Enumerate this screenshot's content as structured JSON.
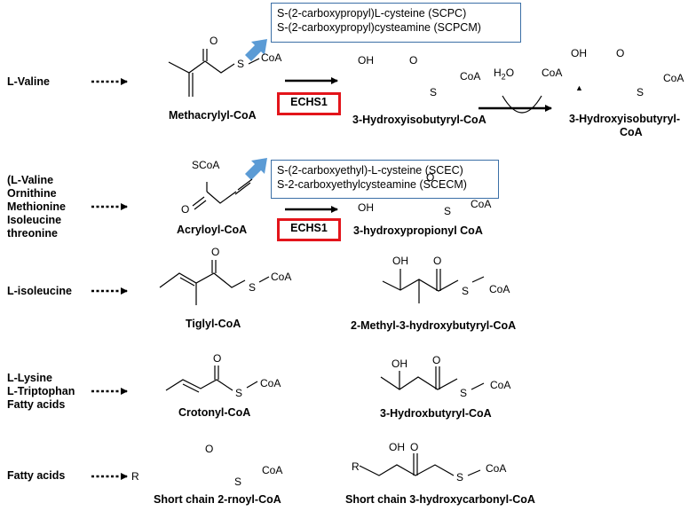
{
  "sources": {
    "valine": "L-Valine",
    "acryloyl_sources": [
      "(L-Valine",
      "Ornithine",
      "Methionine",
      "Isoleucine",
      "threonine"
    ],
    "isoleucine": "L-isoleucine",
    "crotonyl_sources": [
      "L-Lysine",
      "L-Triptophan",
      "Fatty acids"
    ],
    "fatty": "Fatty acids"
  },
  "compounds": {
    "methacrylyl": "Methacrylyl-CoA",
    "hydroxyisobutyryl_mid": "3-Hydroxyisobutyryl-CoA",
    "hydroxyisobutyryl_right": [
      "3-Hydroxyisobutyryl-",
      "CoA"
    ],
    "acryloyl": "Acryloyl-CoA",
    "hydroxypropionyl": "3-hydroxypropionyl CoA",
    "tiglyl": "Tiglyl-CoA",
    "methylhydroxybutyryl": "2-Methyl-3-hydroxybutyryl-CoA",
    "crotonyl": "Crotonyl-CoA",
    "hydroxbutyryl": "3-Hydroxbutyryl-CoA",
    "shortchain_enoyl": "Short chain 2-rnoyl-CoA",
    "shortchain_hydroxy": "Short chain 3-hydroxycarbonyl-CoA"
  },
  "byproducts": {
    "valine_box": [
      "S-(2-carboxypropyl)L-cysteine (SCPC)",
      "S-(2-carboxypropyl)cysteamine (SCPCM)"
    ],
    "acryloyl_box": [
      "S-(2-carboxyethyl)-L-cysteine (SCEC)",
      "S-2-carboxyethylcysteamine (SCECM)"
    ]
  },
  "enzyme": "ECHS1",
  "atoms": {
    "O": "O",
    "OH": "OH",
    "S": "S",
    "CoA": "CoA",
    "SCoA": "SCoA",
    "R": "R",
    "H2O": "H",
    "H2O_sub": "2",
    "H2O_O": "O",
    "triangle": "▲"
  },
  "colors": {
    "box_border": "#3b6fa6",
    "box_arrow": "#5b9bd5",
    "enzyme_border": "#e3151b"
  }
}
